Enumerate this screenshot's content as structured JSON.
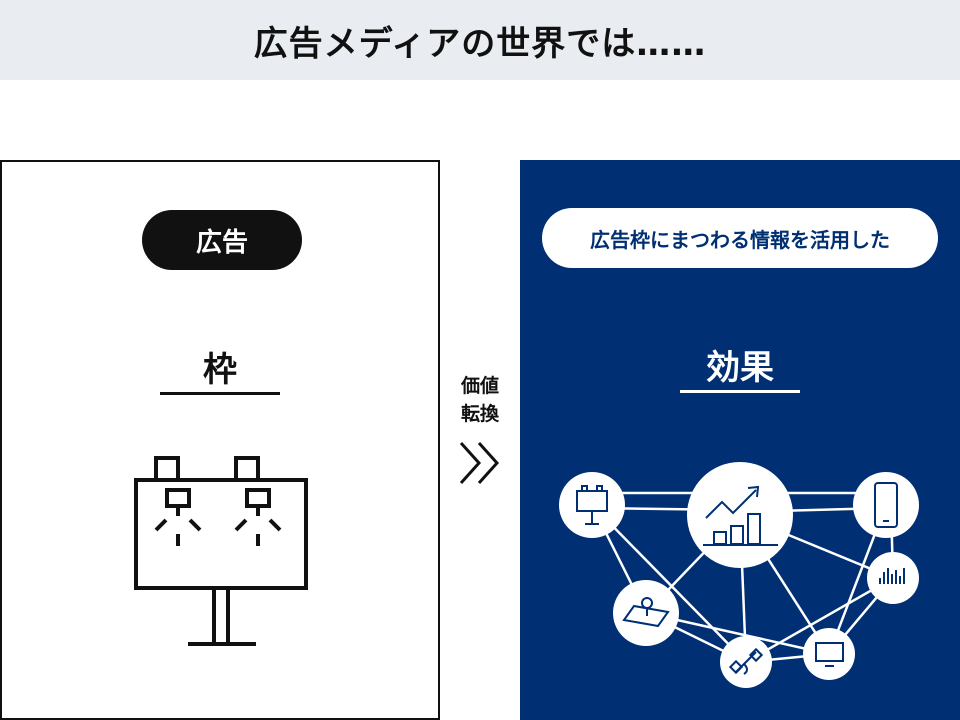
{
  "header": {
    "title": "広告メディアの世界では……"
  },
  "left": {
    "badge": "広告",
    "word": "枠",
    "icon": "billboard-icon"
  },
  "middle": {
    "line1": "価値",
    "line2": "転換",
    "icon": "double-chevron-right-icon"
  },
  "right": {
    "badge": "広告枠にまつわる情報を活用した",
    "word": "効果",
    "nodes": [
      "billboard-icon",
      "growth-chart-icon",
      "smartphone-icon",
      "bar-signal-icon",
      "map-pin-icon",
      "satellite-icon",
      "monitor-icon"
    ]
  },
  "colors": {
    "navy": "#002f73",
    "header_bg": "#e9ecf1"
  }
}
